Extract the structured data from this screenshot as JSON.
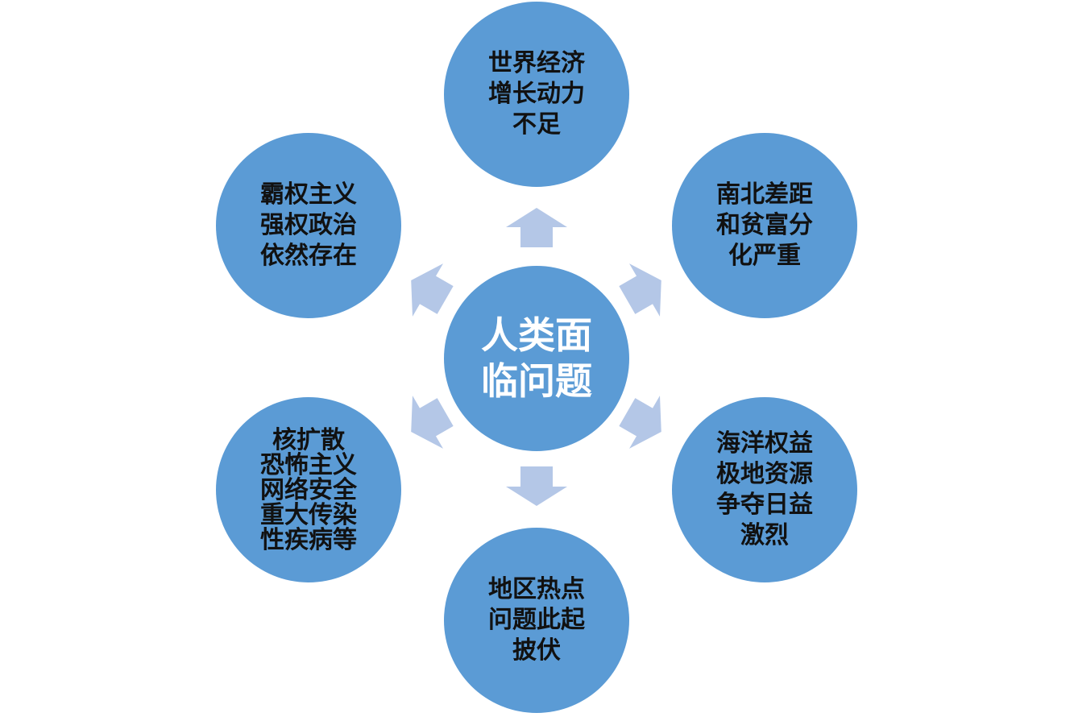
{
  "diagram": {
    "center": {
      "lines": [
        "人类面",
        "临问题"
      ]
    },
    "nodes": [
      {
        "id": "economy",
        "lines": [
          "世界经济",
          "增长动力",
          "不足"
        ]
      },
      {
        "id": "north-south",
        "lines": [
          "南北差距",
          "和贫富分",
          "化严重"
        ]
      },
      {
        "id": "maritime",
        "lines": [
          "海洋权益",
          "极地资源",
          "争夺日益",
          "激烈"
        ]
      },
      {
        "id": "regional",
        "lines": [
          "地区热点",
          "问题此起",
          "披伏"
        ]
      },
      {
        "id": "nonconventional",
        "lines": [
          "核扩散",
          "恐怖主义",
          "网络安全",
          "重大传染",
          "性疾病等"
        ]
      },
      {
        "id": "hegemony",
        "lines": [
          "霸权主义",
          "强权政治",
          "依然存在"
        ]
      }
    ],
    "colors": {
      "circle_fill": "#5b9bd5",
      "arrow_fill": "#b4c7e7",
      "center_text": "#ffffff",
      "node_text": "#111111"
    }
  }
}
